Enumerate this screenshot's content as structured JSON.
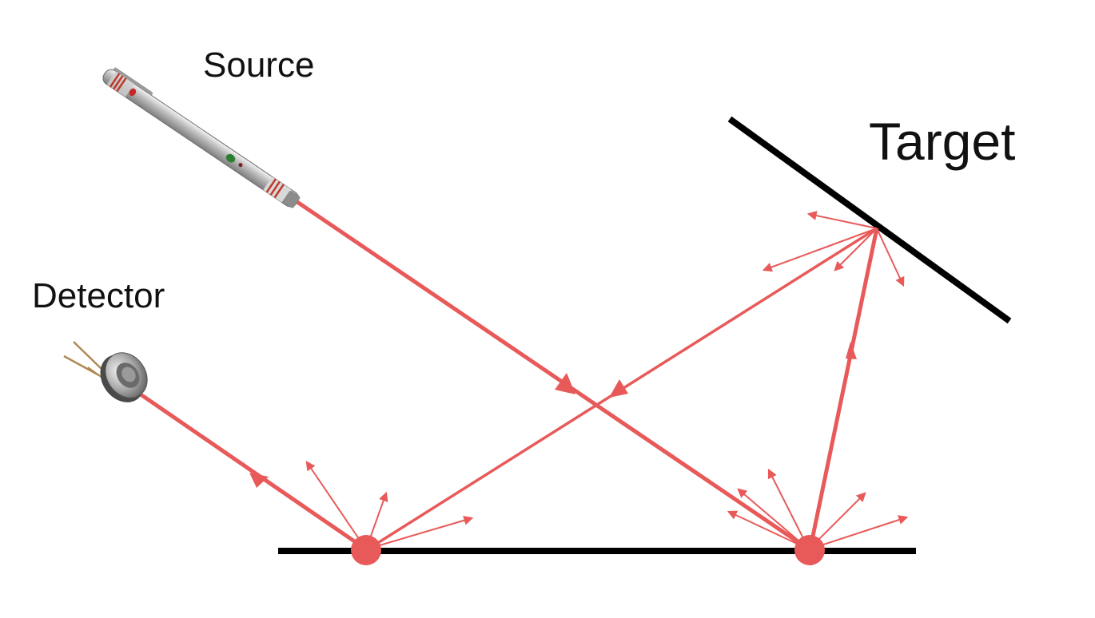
{
  "labels": {
    "source": "Source",
    "detector": "Detector",
    "target": "Target"
  },
  "icons": {
    "source": "laser-pointer-icon",
    "detector": "photodiode-icon"
  },
  "colors": {
    "beam": "#e85a5a",
    "surface": "#000000",
    "text": "#111111"
  }
}
